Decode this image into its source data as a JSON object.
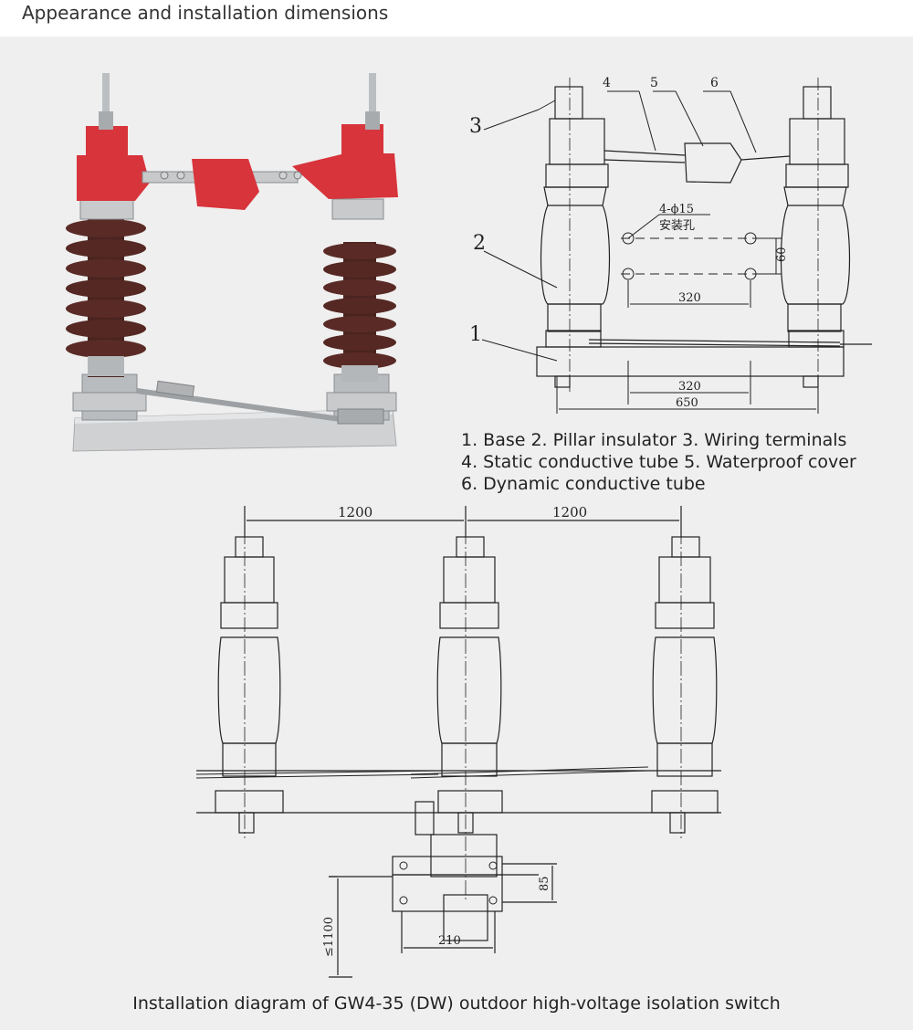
{
  "header": {
    "title": "Appearance and installation dimensions"
  },
  "top_drawing": {
    "callouts": [
      "1",
      "2",
      "3",
      "4",
      "5",
      "6"
    ],
    "hole_note": "4-ϕ15",
    "hole_note_cn": "安装孔",
    "dim_60": "60",
    "dim_320_upper": "320",
    "dim_320_lower": "320",
    "dim_650": "650"
  },
  "legend": {
    "line1": "1. Base 2. Pillar insulator 3. Wiring terminals",
    "line2": "4. Static conductive tube 5. Waterproof cover",
    "line3": "6. Dynamic conductive tube"
  },
  "bottom_drawing": {
    "dim_left_1200": "1200",
    "dim_right_1200": "1200",
    "dim_85": "85",
    "dim_210": "210",
    "dim_1100": "≤1100"
  },
  "caption": "Installation diagram of GW4-35 (DW) outdoor high-voltage isolation switch",
  "colors": {
    "housing_red": "#d8343b",
    "insulator_brown": "#4a2420",
    "base_gray": "#c9cccf"
  }
}
